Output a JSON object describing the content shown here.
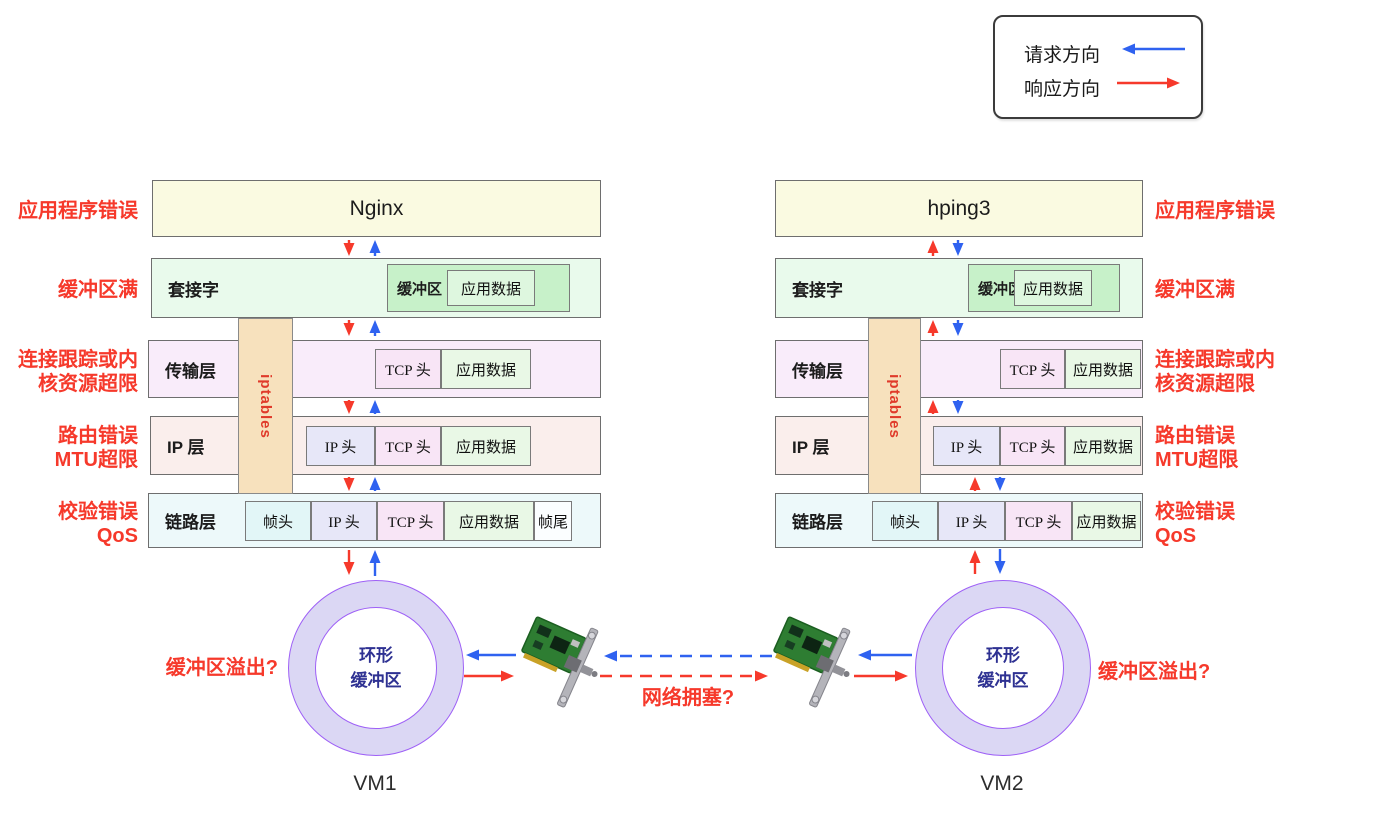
{
  "legend": {
    "request_label": "请求方向",
    "response_label": "响应方向"
  },
  "labels": {
    "socket": "套接字",
    "transport": "传输层",
    "ip_layer": "IP 层",
    "link_layer": "链路层",
    "iptables": "iptables",
    "buffer": "缓冲区",
    "app_data": "应用数据",
    "tcp_header": "TCP 头",
    "ip_header": "IP 头",
    "frame_header": "帧头",
    "frame_tailer": "帧尾",
    "ring_line1": "环形",
    "ring_line2": "缓冲区"
  },
  "vm1": {
    "app_name": "Nginx",
    "vm_name": "VM1"
  },
  "vm2": {
    "app_name": "hping3",
    "vm_name": "VM2"
  },
  "annotations": {
    "app_error": "应用程序错误",
    "buffer_full": "缓冲区满",
    "conntrack_line1": "连接跟踪或内",
    "conntrack_line2": "核资源超限",
    "route_line1": "路由错误",
    "route_line2": "MTU超限",
    "checksum_line1": "校验错误",
    "checksum_line2": "QoS",
    "ring_overflow": "缓冲区溢出?",
    "congestion": "网络拥塞?"
  },
  "colors": {
    "request_blue": "#2f62f0",
    "response_red": "#f6392b",
    "app_box": "#fafae1",
    "socket_box": "#e9faec",
    "buffer_box": "#c7f1c9",
    "transport_box": "#f9ecfa",
    "tcp_header_box": "#f8e5f6",
    "ip_layer_box": "#faeeec",
    "ip_header_box": "#e7e7f8",
    "link_layer_box": "#edf9fa",
    "frame_header_box": "#e2f6f7",
    "frame_tailer_box": "#fbfeff",
    "app_data_box": "#e9f8e6",
    "iptables_box": "#f7e1bd",
    "ring_fill": "#dbd7f4",
    "ring_stroke": "#9e60f6"
  }
}
